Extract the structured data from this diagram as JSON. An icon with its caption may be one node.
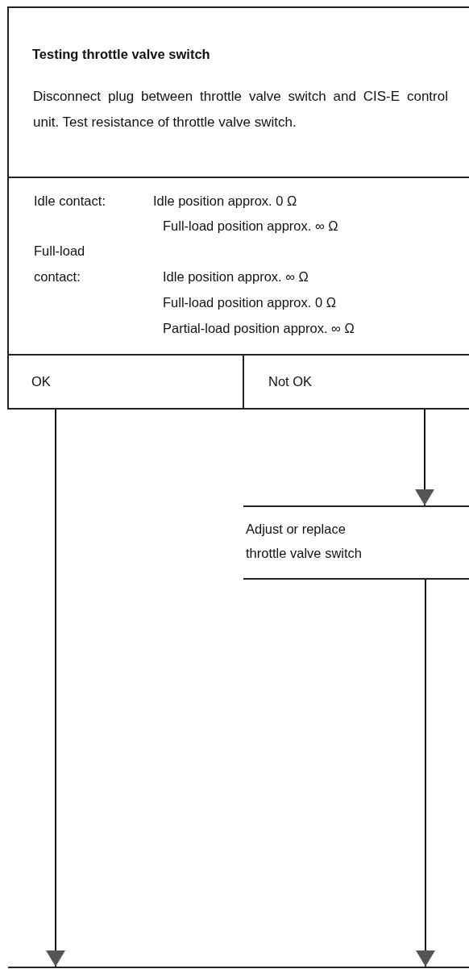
{
  "diagram": {
    "nodes": [
      {
        "text": [
          "Testing throttle valve switch",
          "Disconnect plug between throttle valve switch and CIS-E control unit. Test resistance of throttle valve switch."
        ]
      },
      {
        "text": [
          "Idle contact:",
          "Idle position approx. 0 Ω",
          "Full-load position approx. ∞ Ω",
          "Full-load contact:",
          "Idle position approx. ∞ Ω",
          "Full-load position approx. 0 Ω",
          "Partial-load position approx. ∞ Ω"
        ]
      },
      {
        "text": [
          "OK"
        ]
      },
      {
        "text": [
          "Not OK"
        ]
      },
      {
        "text": [
          "Adjust or replace throttle valve switch"
        ]
      },
      {
        "text": [],
        "shape": "box"
      }
    ],
    "edges": [
      {
        "from": 3,
        "to": 4,
        "arrow": "to"
      },
      {
        "from": 2,
        "to": 5,
        "arrow": "to"
      },
      {
        "from": 4,
        "to": 5,
        "arrow": "to"
      }
    ]
  }
}
